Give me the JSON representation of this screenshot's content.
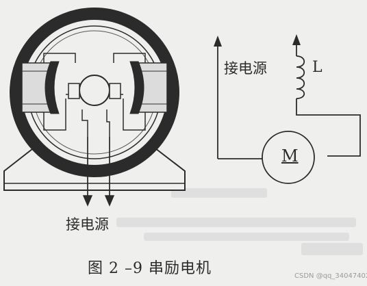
{
  "figure": {
    "caption": "图 2 –9   串励电机",
    "power_label_right": "接电源",
    "power_label_bottom": "接电源",
    "inductor_label": "L",
    "motor_label": "M",
    "watermark": "CSDN @qq_34047402"
  },
  "colors": {
    "paper": "#efefee",
    "ink": "#2b2b2b",
    "pole_fill": "#dcdcdc",
    "faint_text": "#c9c9c9"
  }
}
